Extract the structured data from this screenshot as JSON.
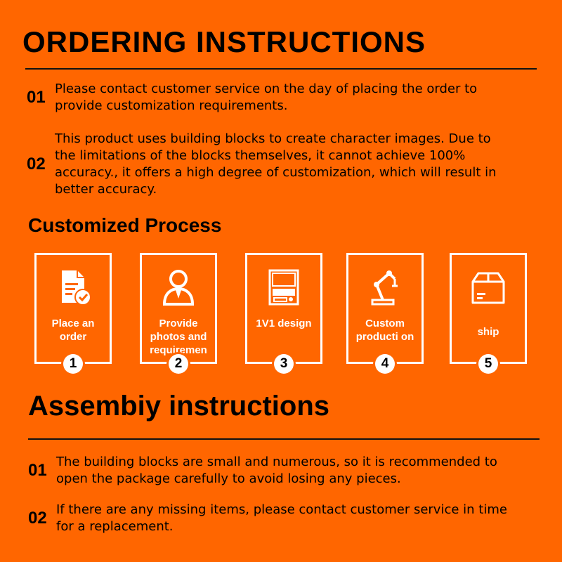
{
  "ordering": {
    "title": "ORDERING INSTRUCTIONS",
    "items": [
      {
        "num": "01",
        "text": "Please contact customer service on the day of placing the order to provide customization requirements."
      },
      {
        "num": "02",
        "text": "This product uses building blocks to create character images. Due to the limitations of the blocks themselves, it cannot achieve 100% accuracy., it offers a high degree of customization, which will result in better accuracy."
      }
    ]
  },
  "process": {
    "title": "Customized Process",
    "steps": [
      {
        "label": "Place an order",
        "num": "1",
        "icon": "document-check-icon"
      },
      {
        "label": "Provide photos and requiremen",
        "num": "2",
        "icon": "person-icon"
      },
      {
        "label": "1V1 design",
        "num": "3",
        "icon": "monitor-design-icon"
      },
      {
        "label": "Custom producti on",
        "num": "4",
        "icon": "robot-arm-icon"
      },
      {
        "label": "ship",
        "num": "5",
        "icon": "box-icon"
      }
    ]
  },
  "assembly": {
    "title": "Assembiy instructions",
    "items": [
      {
        "num": "01",
        "text": "The building blocks are small and numerous, so it is recommended to open the package carefully to avoid losing any pieces."
      },
      {
        "num": "02",
        "text": "If there are any missing items, please contact customer service in time for a replacement."
      }
    ]
  },
  "colors": {
    "background": "#ff6600",
    "text": "#000000",
    "accent": "#ffffff"
  }
}
